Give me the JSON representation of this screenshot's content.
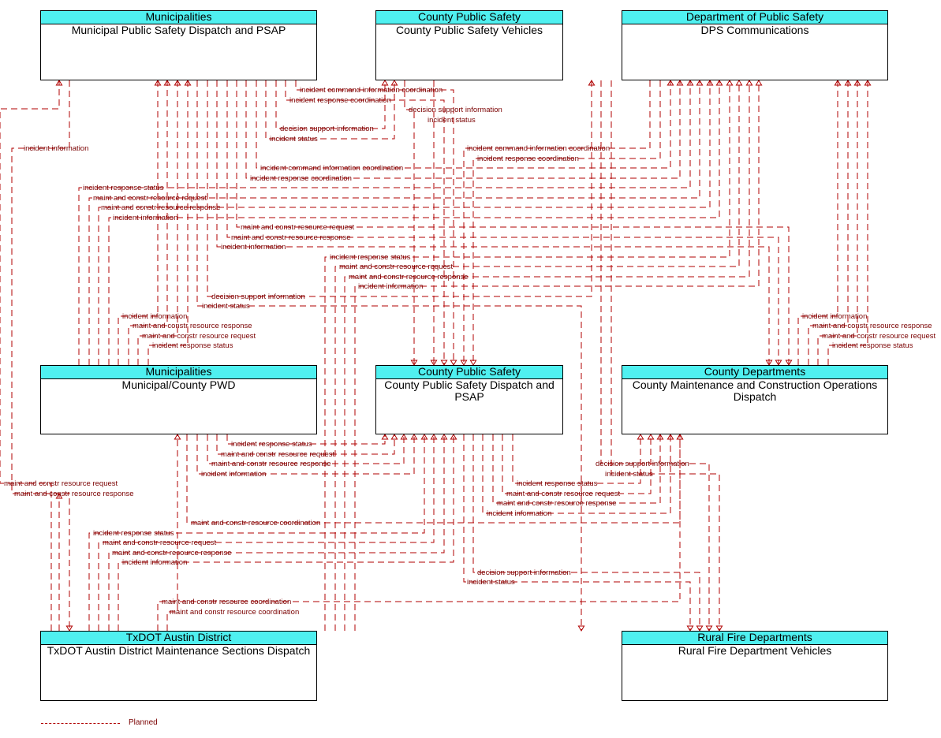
{
  "nodes": {
    "muni_psap": {
      "category": "Municipalities",
      "name": "Municipal Public Safety Dispatch and PSAP"
    },
    "cps_vehicles": {
      "category": "County Public Safety",
      "name": "County Public Safety Vehicles"
    },
    "dps": {
      "category": "Department of Public Safety",
      "name": "DPS Communications"
    },
    "muni_pwd": {
      "category": "Municipalities",
      "name": "Municipal/County PWD"
    },
    "cps_dispatch": {
      "category": "County Public Safety",
      "name": "County Public Safety Dispatch and PSAP"
    },
    "county_mcod": {
      "category": "County Departments",
      "name": "County Maintenance and Construction Operations Dispatch"
    },
    "txdot": {
      "category": "TxDOT Austin District",
      "name": "TxDOT Austin District Maintenance Sections Dispatch"
    },
    "rural_fire": {
      "category": "Rural Fire Departments",
      "name": "Rural Fire Department Vehicles"
    }
  },
  "flow_labels": [
    "incident command information coordination",
    "incident response coordination",
    "decision support information",
    "incident status",
    "decision support information",
    "incident status",
    "incident information",
    "incident command information coordination",
    "incident response coordination",
    "incident command information coordination",
    "incident response coordination",
    "incident response status",
    "maint and constr resource request",
    "maint and constr resource response",
    "incident information",
    "maint and constr resource request",
    "maint and constr resource response",
    "incident information",
    "incident response status",
    "maint and constr resource request",
    "maint and constr resource response",
    "incident information",
    "decision support information",
    "incident status",
    "incident information",
    "maint and constr resource response",
    "maint and constr resource request",
    "incident response status",
    "incident information",
    "maint and constr resource response",
    "maint and constr resource request",
    "incident response status",
    "incident response status",
    "maint and constr resource request",
    "maint and constr resource response",
    "incident information",
    "decision support information",
    "incident status",
    "maint and constr resource request",
    "maint and constr resource response",
    "incident response status",
    "maint and constr resource request",
    "maint and constr resource response",
    "incident information",
    "maint and constr resource coordination",
    "incident response status",
    "maint and constr resource request",
    "maint and constr resource response",
    "incident information",
    "decision support information",
    "incident status",
    "maint and constr resource coordination",
    "maint and constr resource coordination"
  ],
  "legend": {
    "label": "Planned"
  },
  "colors": {
    "flow": "#b00000",
    "header": "#4ff0f0"
  }
}
